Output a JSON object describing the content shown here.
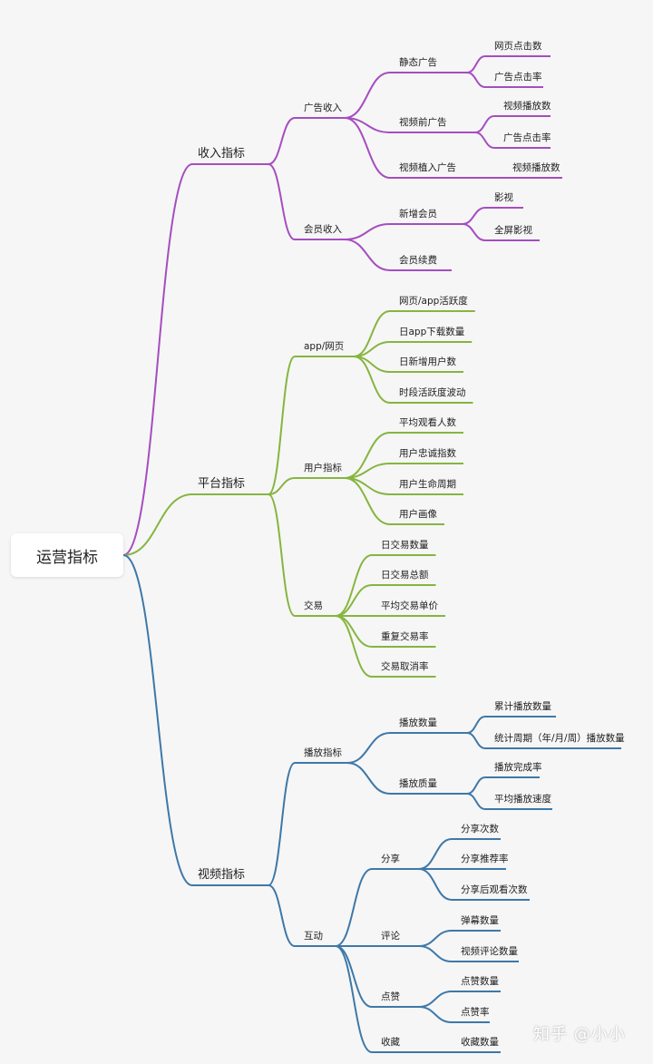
{
  "root": {
    "label": "运营指标"
  },
  "watermark": "知乎 @小小",
  "colors": {
    "revenue": "#a64dbf",
    "platform": "#86b540",
    "video": "#3e78a8"
  },
  "branches": [
    {
      "key": "revenue",
      "label": "收入指标",
      "children": [
        {
          "label": "广告收入",
          "children": [
            {
              "label": "静态广告",
              "children": [
                {
                  "label": "网页点击数"
                },
                {
                  "label": "广告点击率"
                }
              ]
            },
            {
              "label": "视频前广告",
              "children": [
                {
                  "label": "视频播放数"
                },
                {
                  "label": "广告点击率"
                }
              ]
            },
            {
              "label": "视频植入广告",
              "children": [
                {
                  "label": "视频播放数"
                }
              ]
            }
          ]
        },
        {
          "label": "会员收入",
          "children": [
            {
              "label": "新增会员",
              "children": [
                {
                  "label": "影视"
                },
                {
                  "label": "全屏影视"
                }
              ]
            },
            {
              "label": "会员续费"
            }
          ]
        }
      ]
    },
    {
      "key": "platform",
      "label": "平台指标",
      "children": [
        {
          "label": "app/网页",
          "children": [
            {
              "label": "网页/app活跃度"
            },
            {
              "label": "日app下载数量"
            },
            {
              "label": "日新增用户数"
            },
            {
              "label": "时段活跃度波动"
            }
          ]
        },
        {
          "label": "用户指标",
          "children": [
            {
              "label": "平均观看人数"
            },
            {
              "label": "用户忠诚指数"
            },
            {
              "label": "用户生命周期"
            },
            {
              "label": "用户画像"
            }
          ]
        },
        {
          "label": "交易",
          "children": [
            {
              "label": "日交易数量"
            },
            {
              "label": "日交易总额"
            },
            {
              "label": "平均交易单价"
            },
            {
              "label": "重复交易率"
            },
            {
              "label": "交易取消率"
            }
          ]
        }
      ]
    },
    {
      "key": "video",
      "label": "视频指标",
      "children": [
        {
          "label": "播放指标",
          "children": [
            {
              "label": "播放数量",
              "children": [
                {
                  "label": "累计播放数量"
                },
                {
                  "label": "统计周期（年/月/周）播放数量"
                }
              ]
            },
            {
              "label": "播放质量",
              "children": [
                {
                  "label": "播放完成率"
                },
                {
                  "label": "平均播放速度"
                }
              ]
            }
          ]
        },
        {
          "label": "互动",
          "children": [
            {
              "label": "分享",
              "children": [
                {
                  "label": "分享次数"
                },
                {
                  "label": "分享推荐率"
                },
                {
                  "label": "分享后观看次数"
                }
              ]
            },
            {
              "label": "评论",
              "children": [
                {
                  "label": "弹幕数量"
                },
                {
                  "label": "视频评论数量"
                }
              ]
            },
            {
              "label": "点赞",
              "children": [
                {
                  "label": "点赞数量"
                },
                {
                  "label": "点赞率"
                }
              ]
            },
            {
              "label": "收藏",
              "children": [
                {
                  "label": "收藏数量"
                }
              ]
            }
          ]
        }
      ]
    }
  ]
}
